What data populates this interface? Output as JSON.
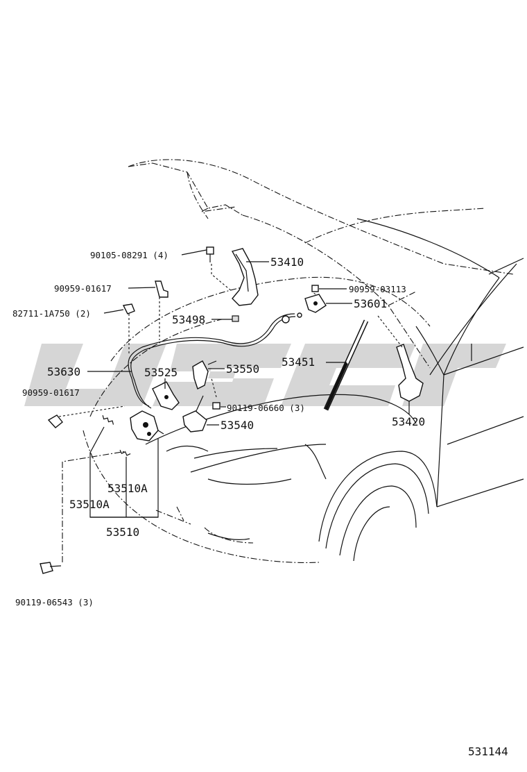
{
  "diagram_id": "531144",
  "labels": {
    "p53410": "53410",
    "p90105_08291": "90105-08291 (4)",
    "p90959_01617_a": "90959-01617",
    "p82711_1A750": "82711-1A750 (2)",
    "p53498": "53498",
    "p90959_03113": "90959-03113",
    "p53601": "53601",
    "p53630": "53630",
    "p53525": "53525",
    "p53550": "53550",
    "p53451": "53451",
    "p90959_01617_b": "90959-01617",
    "p90119_06660": "90119-06660 (3)",
    "p53540": "53540",
    "p53420": "53420",
    "p53510A_a": "53510A",
    "p53510A_b": "53510A",
    "p53510": "53510",
    "p90119_06543": "90119-06543 (3)"
  },
  "watermark_color": "#b4b4b4"
}
